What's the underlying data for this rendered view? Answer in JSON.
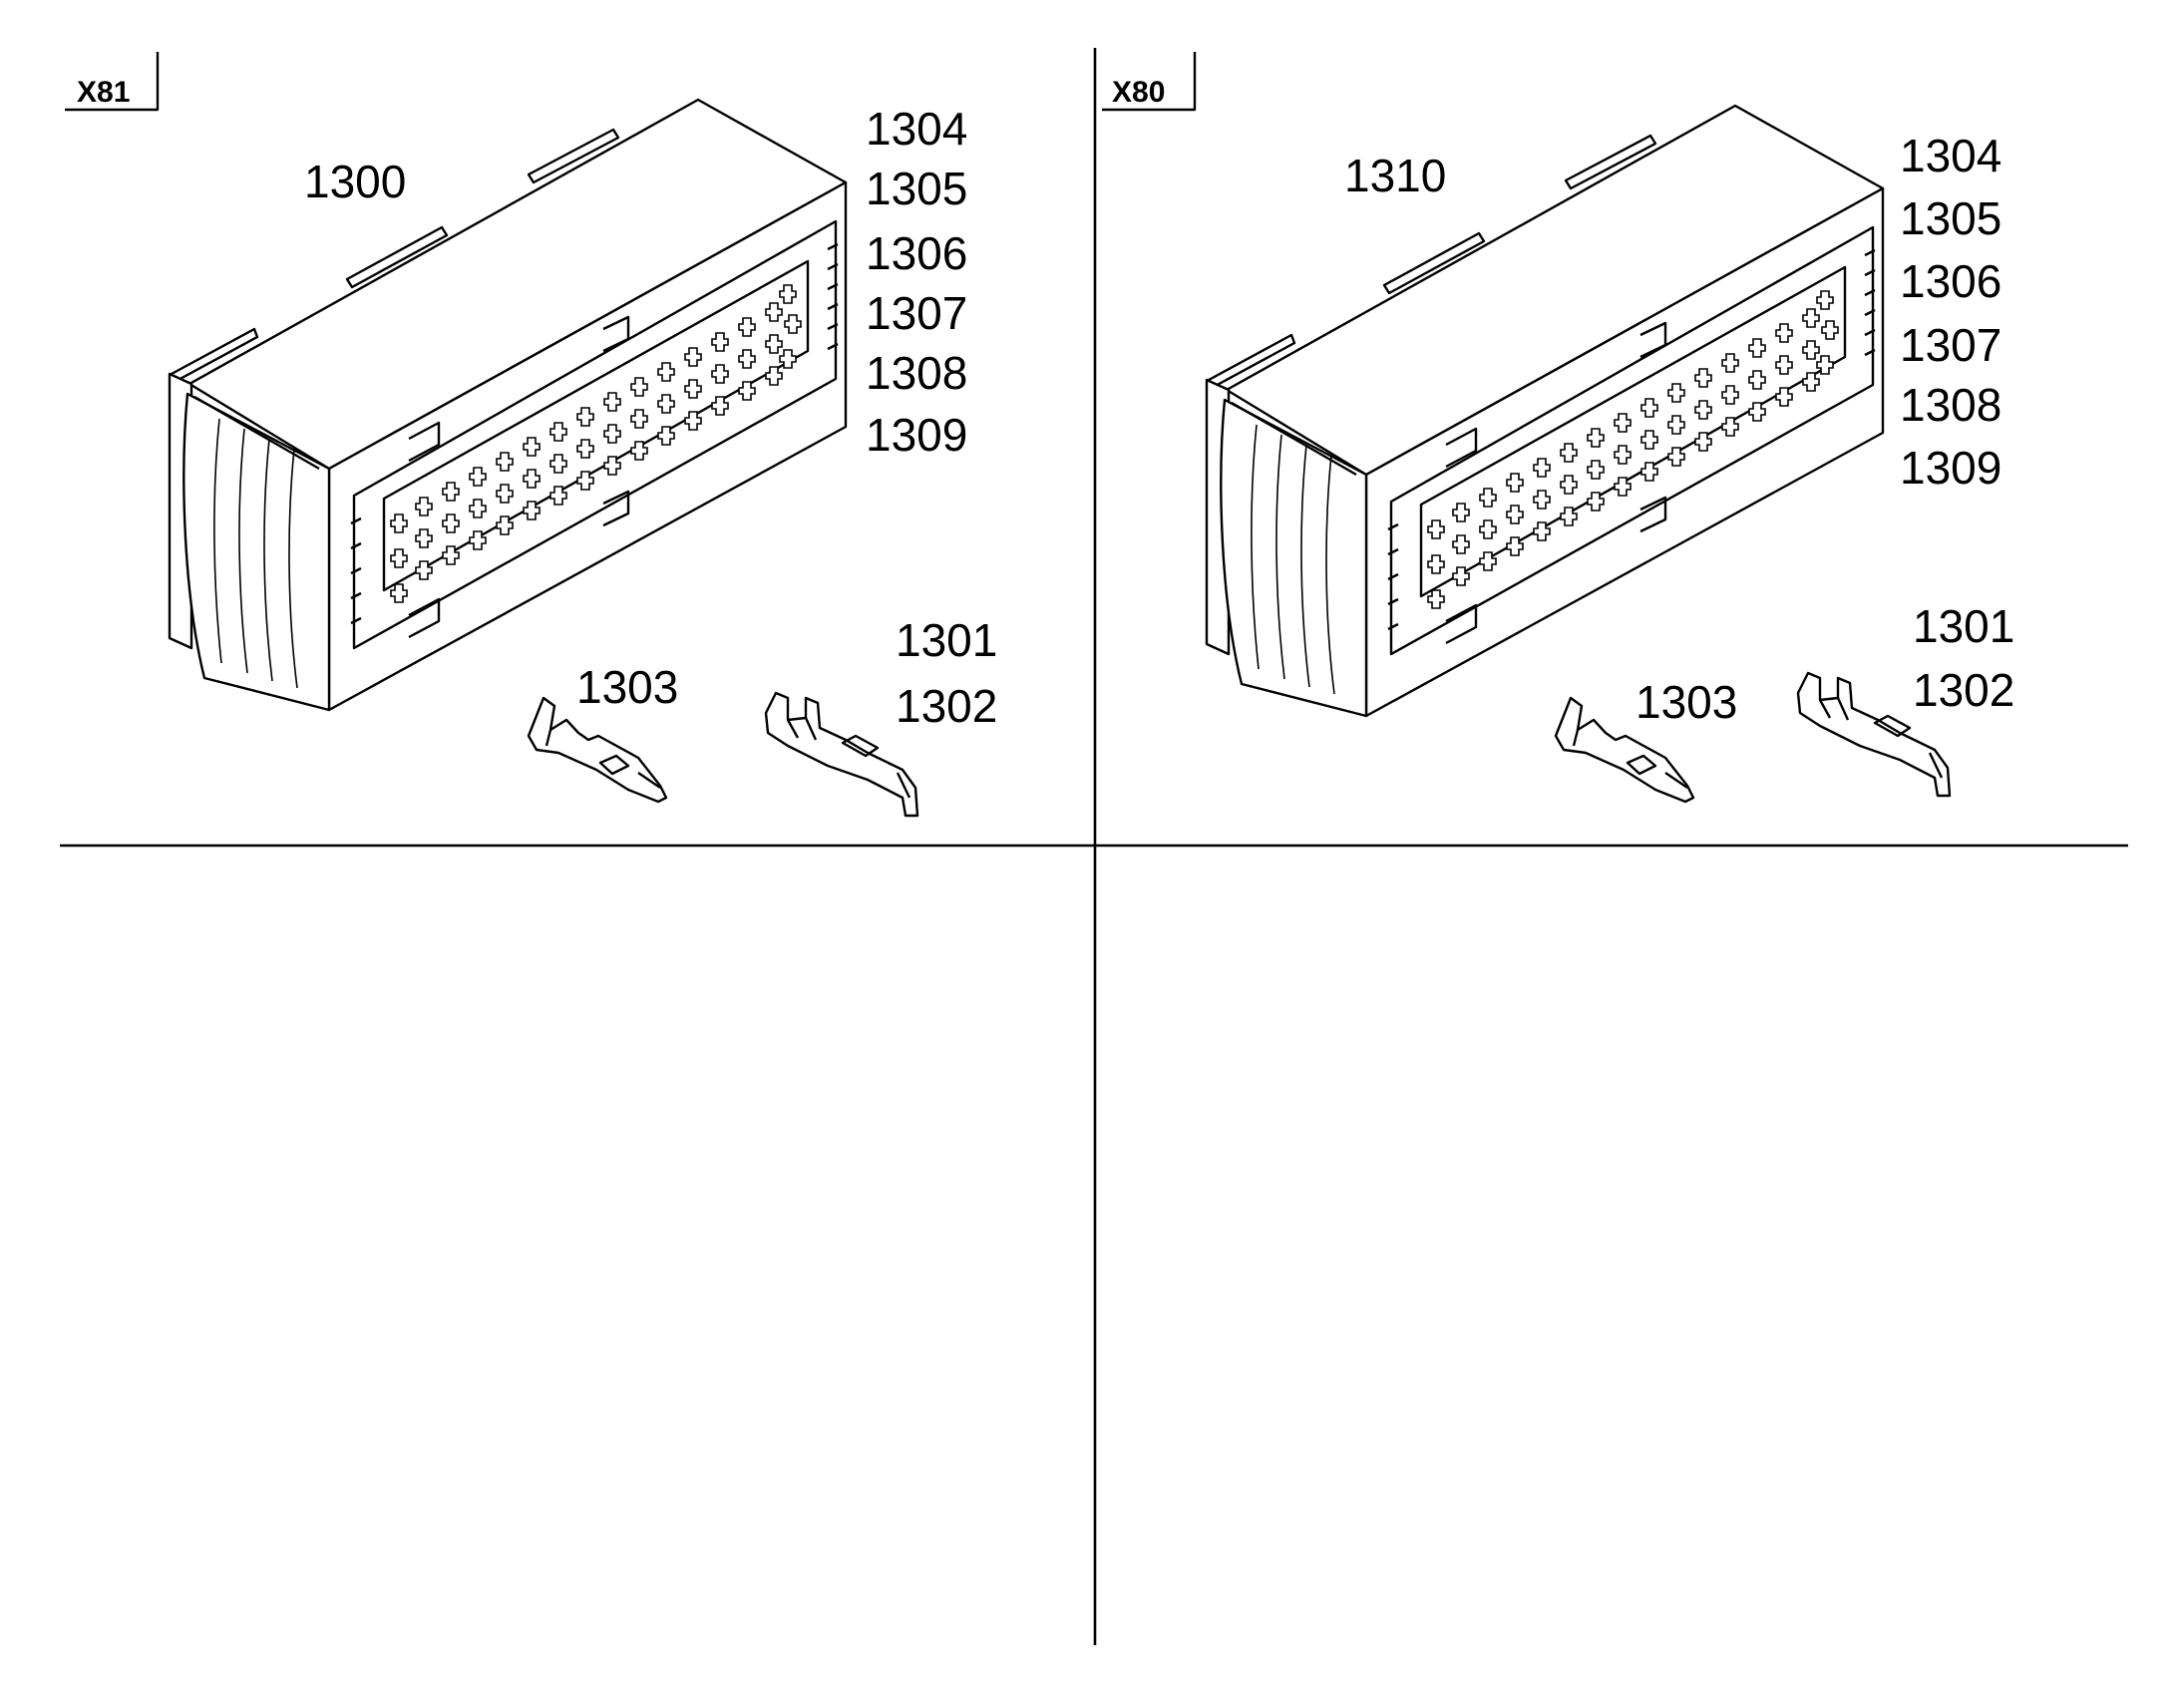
{
  "panels": [
    {
      "tag": "X81",
      "housing": "1300",
      "seals": [
        "1304",
        "1305",
        "1306",
        "1307",
        "1308",
        "1309"
      ],
      "terminal_a": "1301",
      "terminal_b": "1302",
      "terminal_c": "1303"
    },
    {
      "tag": "X80",
      "housing": "1310",
      "seals": [
        "1304",
        "1305",
        "1306",
        "1307",
        "1308",
        "1309"
      ],
      "terminal_a": "1301",
      "terminal_b": "1302",
      "terminal_c": "1303"
    }
  ],
  "colors": {
    "ink": "#000000",
    "paper": "#ffffff"
  }
}
